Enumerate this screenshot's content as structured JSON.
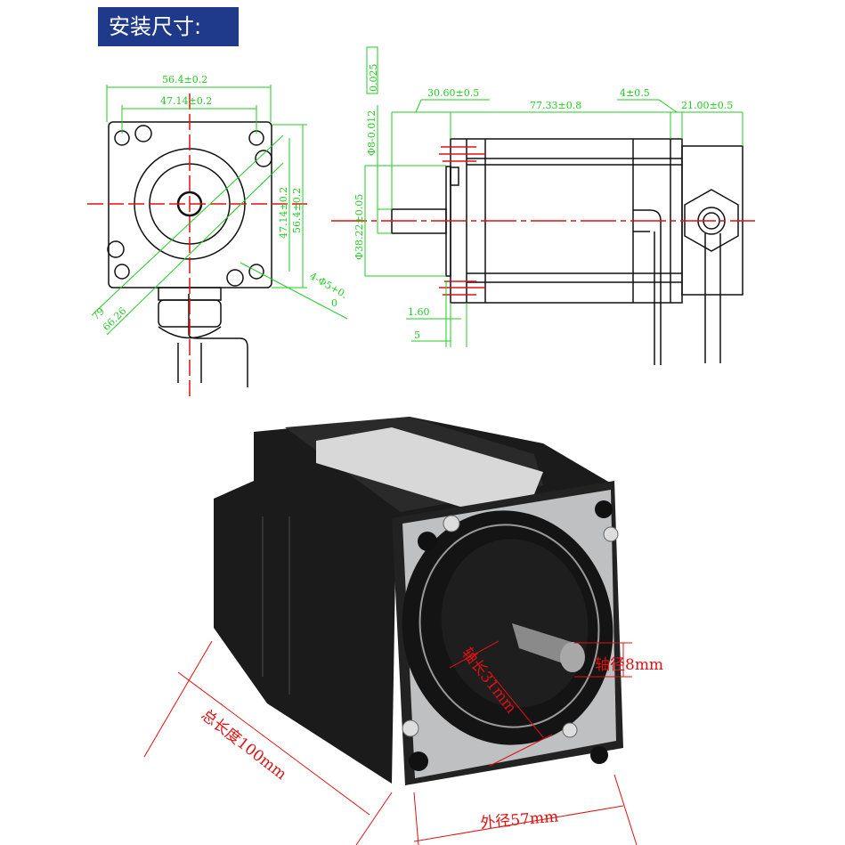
{
  "title": "安装尺寸:",
  "front_view": {
    "width_outer": "56.4±0.2",
    "width_hole": "47.14±0.2",
    "height_hole": "47.14±0.2",
    "height_outer": "56.4±0.2",
    "diag_outer": "79",
    "diag_inner": "66.26",
    "holes": "4-Φ5+0.",
    "holes_tol": "0"
  },
  "side_view": {
    "runout": "0.025",
    "shaft_dia": "Φ8-0.012",
    "shaft_len": "30.60±0.5",
    "body_len": "77.33±0.8",
    "gap": "4±0.5",
    "rear_len": "21.00±0.5",
    "pilot_dia": "Φ38.22±0.05",
    "pilot_depth": "1.60",
    "flange": "5"
  },
  "photo": {
    "shaft_length": "轴长31mm",
    "shaft_diameter": "轴径8mm",
    "total_length": "总长度100mm",
    "outer_size": "外径57mm"
  },
  "colors": {
    "title_bg": "#1f3a8a",
    "dimension": "#22cc22",
    "centerline": "#e01010",
    "outline": "#111111"
  }
}
